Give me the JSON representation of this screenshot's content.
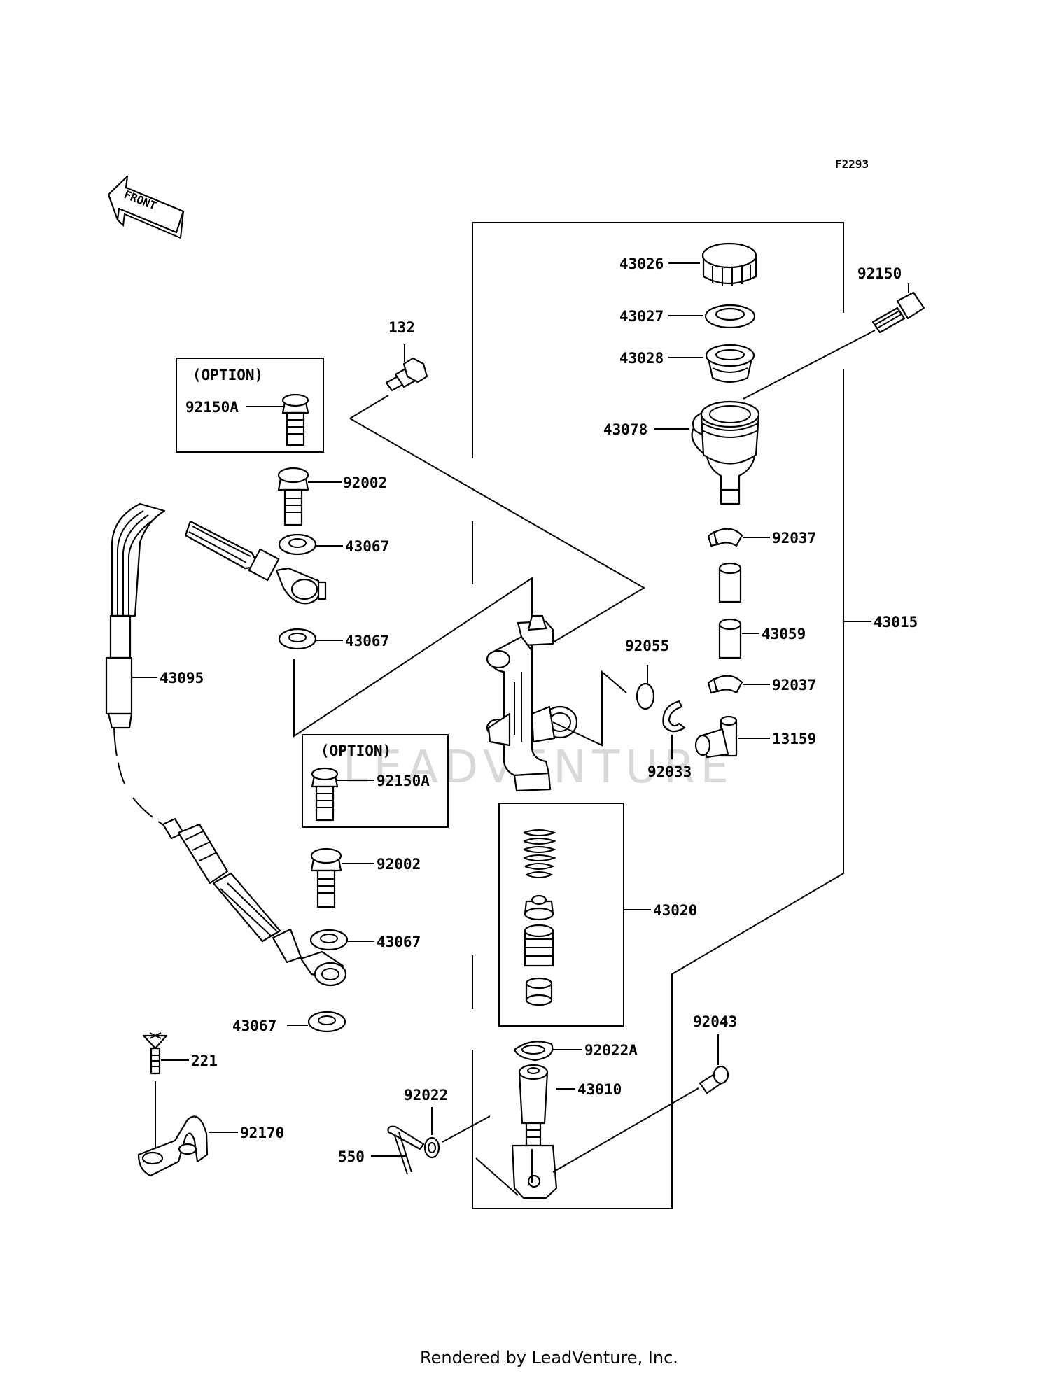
{
  "figure_code": "F2293",
  "front_label": "FRONT",
  "option_label": "(OPTION)",
  "watermark": "LEADVENTURE",
  "footer": "Rendered by LeadVenture, Inc.",
  "parts": {
    "p43026": "43026",
    "p43027": "43027",
    "p43028": "43028",
    "p43078": "43078",
    "p92150": "92150",
    "p132": "132",
    "p92150A_top": "92150A",
    "p92002_top": "92002",
    "p43067_a": "43067",
    "p43067_b": "43067",
    "p43095": "43095",
    "p92037_a": "92037",
    "p43059": "43059",
    "p92037_b": "92037",
    "p13159": "13159",
    "p43015": "43015",
    "p92055": "92055",
    "p92033": "92033",
    "p92150A_bot": "92150A",
    "p92002_bot": "92002",
    "p43067_c": "43067",
    "p43067_d": "43067",
    "p43020": "43020",
    "p221": "221",
    "p92170": "92170",
    "p92022A": "92022A",
    "p92043": "92043",
    "p43010": "43010",
    "p92022": "92022",
    "p550": "550"
  },
  "icons": [
    "front-arrow-icon"
  ]
}
